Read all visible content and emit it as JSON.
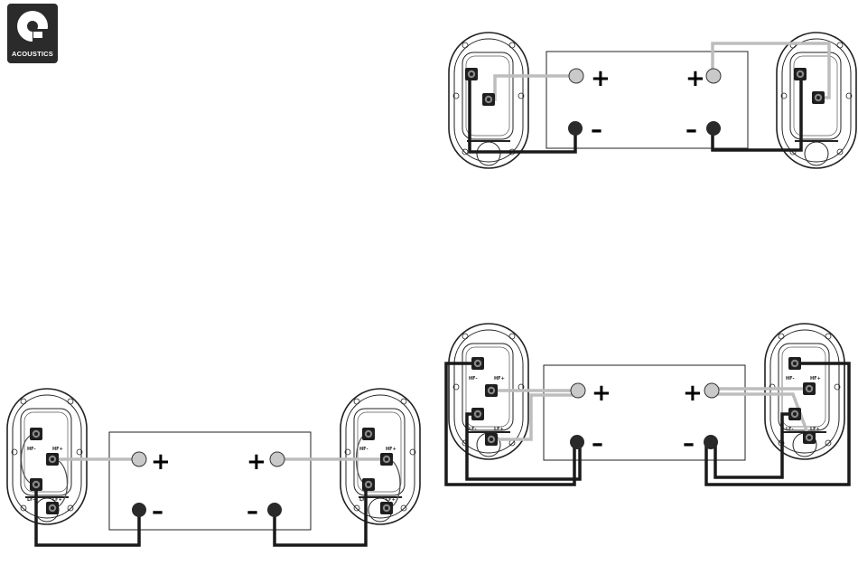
{
  "brand": {
    "logo_letter": "Q",
    "logo_text": "ACOUSTICS",
    "logo_color": "#2b2b2b"
  },
  "colors": {
    "positive_wire": "#bdbdbd",
    "negative_wire": "#1a1a1a",
    "positive_post": "#c9c9c9",
    "negative_post": "#2a2a2a"
  },
  "amplifier": {
    "plus_symbol": "+",
    "minus_symbol": "–"
  },
  "terminal_labels": {
    "hf_minus": "HF-",
    "hf_plus": "HF+",
    "lf_minus": "LF-",
    "lf_plus": "LF+"
  },
  "diagrams": [
    {
      "name": "single-wire",
      "terminals_per_speaker": 2
    },
    {
      "name": "bi-wire",
      "terminals_per_speaker": 4
    },
    {
      "name": "bi-wire-alt",
      "terminals_per_speaker": 4
    }
  ]
}
